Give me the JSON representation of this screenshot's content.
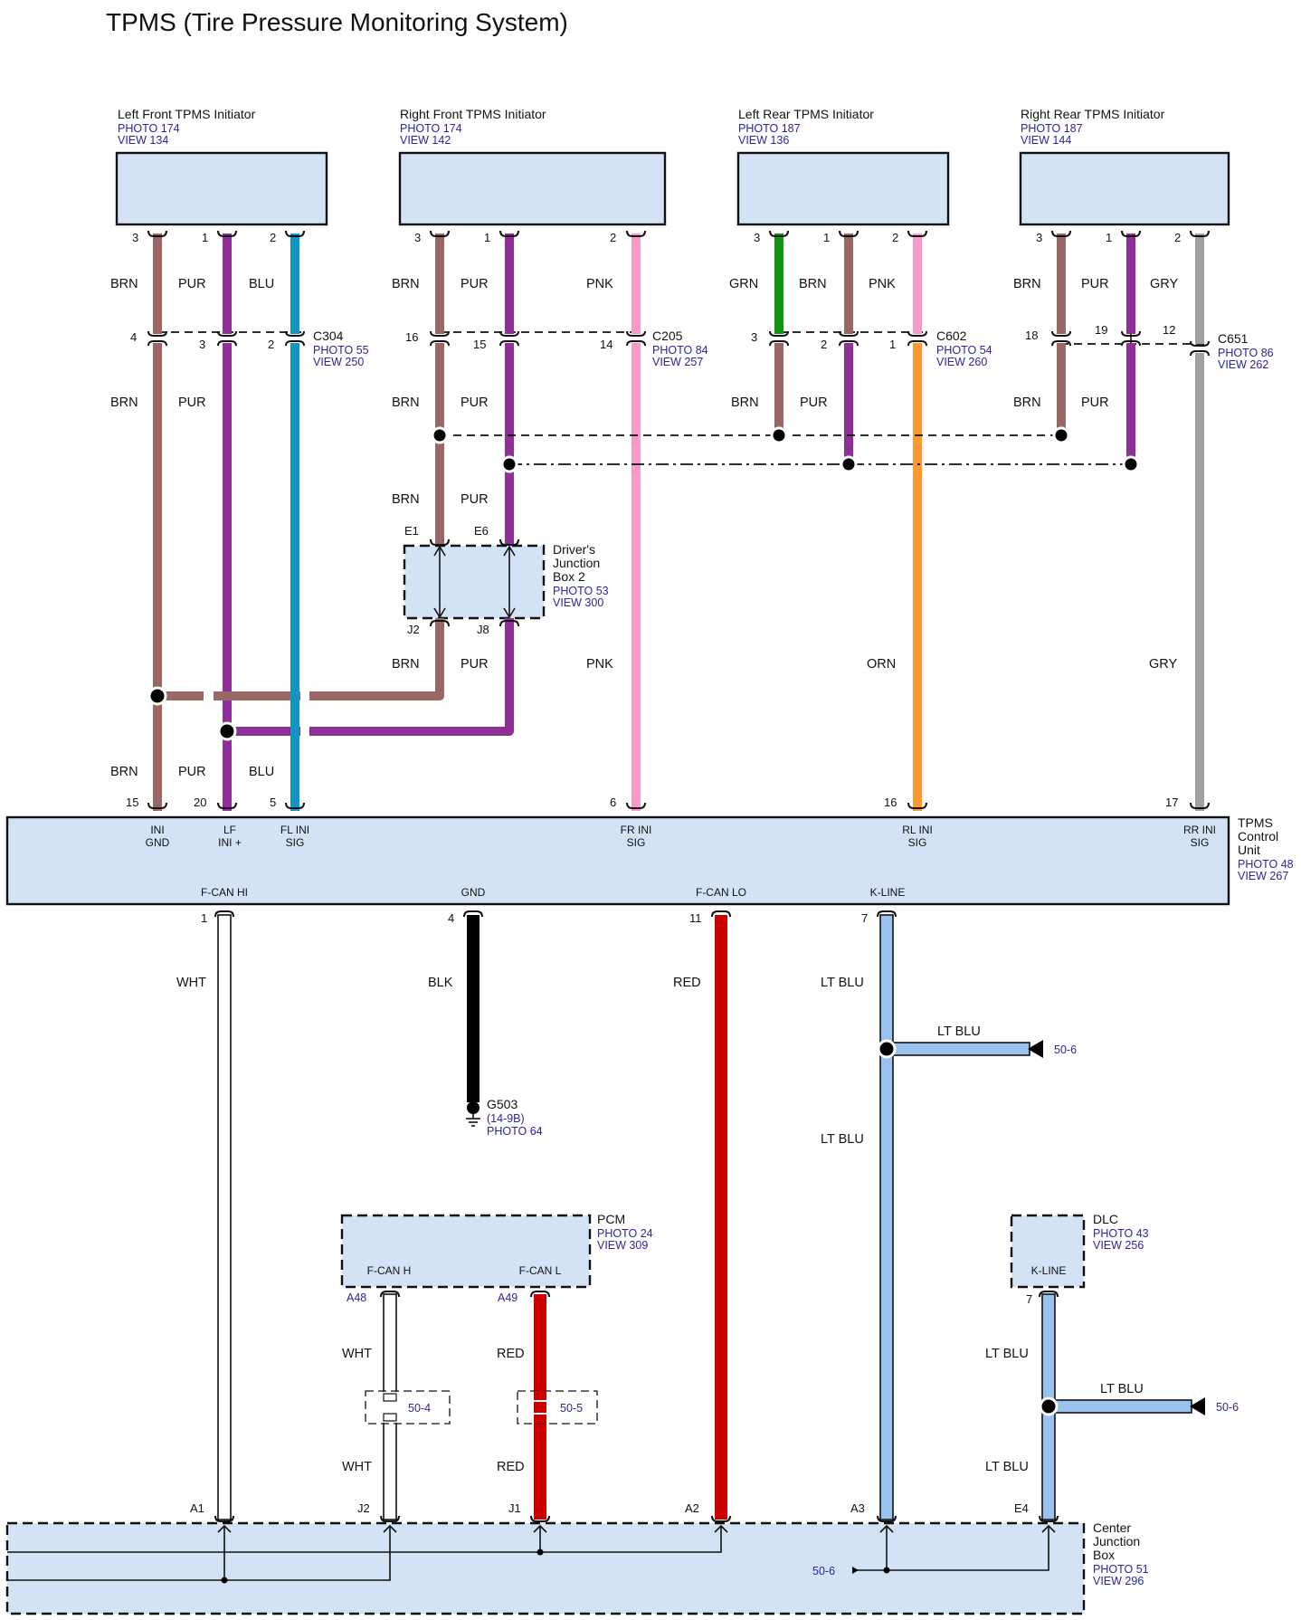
{
  "title": "TPMS (Tire Pressure Monitoring System)",
  "colors": {
    "BRN": "#9a6767",
    "PUR": "#8f3098",
    "BLU": "#1195c5",
    "PNK": "#f59ac9",
    "GRN": "#119411",
    "GRY": "#a0a0a0",
    "ORN": "#fc9a31",
    "WHT": "#ffffff",
    "BLK": "#000000",
    "RED": "#cb0000",
    "LTBLU": "#9ac2ef",
    "box_fill": "#d3e3f5",
    "ref_text": "#27279b"
  },
  "initiators": [
    {
      "name": "Left Front TPMS Initiator",
      "photo": "PHOTO 174",
      "view": "VIEW 134"
    },
    {
      "name": "Right Front TPMS Initiator",
      "photo": "PHOTO 174",
      "view": "VIEW 142"
    },
    {
      "name": "Left Rear TPMS Initiator",
      "photo": "PHOTO 187",
      "view": "VIEW 136"
    },
    {
      "name": "Right Rear TPMS Initiator",
      "photo": "PHOTO 187",
      "view": "VIEW 144"
    }
  ],
  "connectors": [
    {
      "id": "C304",
      "photo": "PHOTO 55",
      "view": "VIEW 250"
    },
    {
      "id": "C205",
      "photo": "PHOTO 84",
      "view": "VIEW 257"
    },
    {
      "id": "C602",
      "photo": "PHOTO 54",
      "view": "VIEW 260"
    },
    {
      "id": "C651",
      "photo": "PHOTO 86",
      "view": "VIEW 262"
    }
  ],
  "junction_box2": {
    "line1": "Driver's",
    "line2": "Junction",
    "line3": "Box 2",
    "photo": "PHOTO 53",
    "view": "VIEW 300"
  },
  "tpms_unit": {
    "line1": "TPMS",
    "line2": "Control",
    "line3": "Unit",
    "photo": "PHOTO 48",
    "view": "VIEW 267"
  },
  "pcm": {
    "name": "PCM",
    "photo": "PHOTO 24",
    "view": "VIEW 309",
    "pin_h": "F-CAN H",
    "pin_l": "F-CAN L"
  },
  "dlc": {
    "name": "DLC",
    "photo": "PHOTO 43",
    "view": "VIEW 256",
    "pin": "K-LINE"
  },
  "center_jb": {
    "line1": "Center",
    "line2": "Junction",
    "line3": "Box",
    "photo": "PHOTO 51",
    "view": "VIEW 296"
  },
  "ground": {
    "id": "G503",
    "loc": "(14-9B)",
    "photo": "PHOTO 64"
  },
  "unit_pins_top": [
    {
      "l1": "INI",
      "l2": "GND"
    },
    {
      "l1": "LF",
      "l2": "INI +"
    },
    {
      "l1": "FL INI",
      "l2": "SIG"
    },
    {
      "l1": "FR INI",
      "l2": "SIG"
    },
    {
      "l1": "RL INI",
      "l2": "SIG"
    },
    {
      "l1": "RR INI",
      "l2": "SIG"
    }
  ],
  "unit_pins_bottom": [
    "F-CAN HI",
    "GND",
    "F-CAN LO",
    "K-LINE"
  ],
  "wire_labels": {
    "brn": "BRN",
    "pur": "PUR",
    "blu": "BLU",
    "pnk": "PNK",
    "grn": "GRN",
    "gry": "GRY",
    "orn": "ORN",
    "wht": "WHT",
    "blk": "BLK",
    "red": "RED",
    "ltblu": "LT BLU"
  },
  "pins": {
    "lf": [
      "3",
      "1",
      "2"
    ],
    "rf": [
      "3",
      "1",
      "2"
    ],
    "lr": [
      "3",
      "1",
      "2"
    ],
    "rr": [
      "3",
      "1",
      "2"
    ],
    "c304": [
      "4",
      "3",
      "2"
    ],
    "c205": [
      "16",
      "15",
      "14"
    ],
    "c602": [
      "3",
      "2",
      "1"
    ],
    "c651": [
      "18",
      "19",
      "12"
    ],
    "jb2_in": [
      "E1",
      "E6"
    ],
    "jb2_out": [
      "J2",
      "J8"
    ],
    "unit_top": [
      "15",
      "20",
      "5",
      "6",
      "16",
      "17"
    ],
    "unit_bottom": [
      "1",
      "4",
      "11",
      "7"
    ],
    "pcm": [
      "A48",
      "A49"
    ],
    "dlc": "7",
    "cjb": [
      "A1",
      "J2",
      "J1",
      "A2",
      "A3",
      "E4"
    ]
  },
  "refs": {
    "r504": "50-4",
    "r505": "50-5",
    "r506": "50-6"
  }
}
